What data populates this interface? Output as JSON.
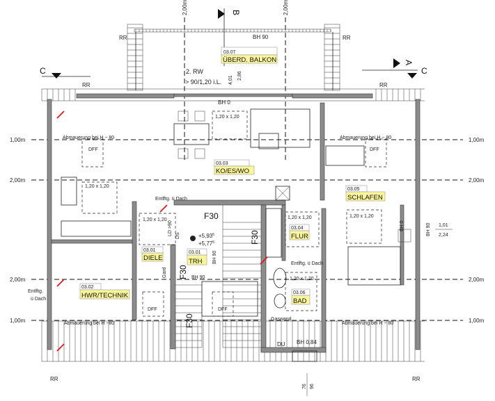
{
  "colors": {
    "wall": "#8c8c8c",
    "room_label": "#fbf59b",
    "vent": "#e0161b"
  },
  "section_marks": {
    "b": "B",
    "a": "A",
    "c_left": "C",
    "c_right": "C"
  },
  "grid_labels": {
    "top_left": "2,00m",
    "top_right": "2,00m",
    "left_1": "1,00m",
    "left_2": "2,00m",
    "left_3": "2,00m",
    "left_4": "1,00m",
    "right_1": "1,00m",
    "right_2": "2,00m",
    "right_3": "2,00m",
    "right_4": "1,00m"
  },
  "rr": "RR",
  "balcony": {
    "bh": "BH 90",
    "num": "03.07",
    "name": "ÜBERD. BALKON",
    "rw1": "2. RW",
    "rw2": "> 90/1,20 i.L.",
    "dim1": "4,01",
    "dim2": "2,86",
    "bh0": "BH 0"
  },
  "window_size": "1,20 x 1,20",
  "abmauerung_top": "Abmauerung bei H ~ 80",
  "abmauerung_bl": "Abmauerung bei H ~80",
  "abmauerung_br": "Abmauerung bei H ~ 80",
  "dff": "DFF",
  "rooms": {
    "kowo": {
      "num": "03.03",
      "name": "KO/ES/WO"
    },
    "schlafen": {
      "num": "03.05",
      "name": "SCHLAFEN"
    },
    "flur": {
      "num": "03.04",
      "name": "FLUR"
    },
    "diele": {
      "num": "03.01",
      "name": "DIELE"
    },
    "trh": {
      "num": "03.01",
      "name": "TRH"
    },
    "hwr": {
      "num": "03.02",
      "name": "HWR/TECHNIK"
    },
    "bad": {
      "num": "03.06",
      "name": "BAD"
    }
  },
  "vent": "Entlftg. ü Dach",
  "vent_l1": "Entlftg.",
  "vent_l2": "ü Dach",
  "stair": {
    "f30": "F30",
    "ld": "LD >90",
    "ds": "DS",
    "lvl1": "+5,93",
    "lvl1s": "5",
    "lvl2": "+5,77",
    "lvl2s": "5",
    "bh90": "BH 90",
    "gard": "Gard"
  },
  "right_side": {
    "bh0": "BH 0",
    "bh90": "BH 90",
    "d1": "1,01",
    "d2": "2,24"
  },
  "bath": {
    "gaswand": "Gaswand",
    "du": "DU",
    "bh": "BH 0,84",
    "d1": "76",
    "d2": "96"
  }
}
